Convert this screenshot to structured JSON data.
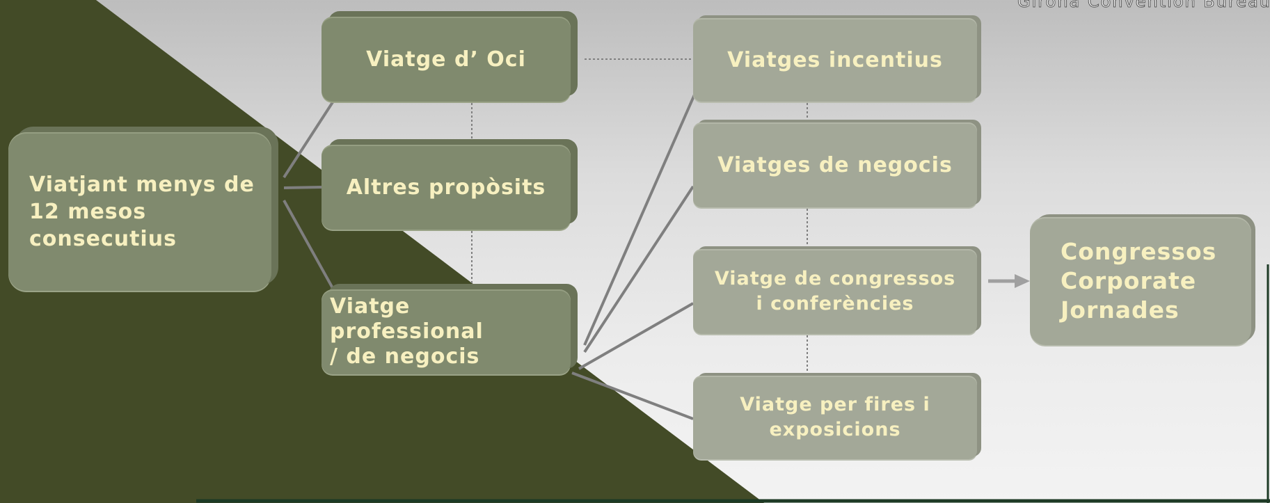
{
  "header": {
    "watermark": "Girona Convention Bureau"
  },
  "diagram": {
    "root": {
      "label": "Viatjant menys de\n12 mesos\nconsecutius"
    },
    "level1": {
      "oci": "Viatge d’ Oci",
      "altres": "Altres propòsits",
      "professional": "Viatge professional\n/ de negocis"
    },
    "level2": {
      "incentius": "Viatges incentius",
      "negocis": "Viatges de negocis",
      "congressos": "Viatge de congressos\ni conferències",
      "fires": "Viatge per fires i\nexposicions"
    },
    "result": {
      "label": "Congressos\nCorporate\nJornades"
    }
  },
  "colors": {
    "dark_green": "#434b27",
    "box_dark": "#808a6e",
    "box_light": "#a3a898",
    "text_cream": "#f7f0c0",
    "line_gray": "#7f7f7f",
    "accent_line": "#1d3a25"
  }
}
